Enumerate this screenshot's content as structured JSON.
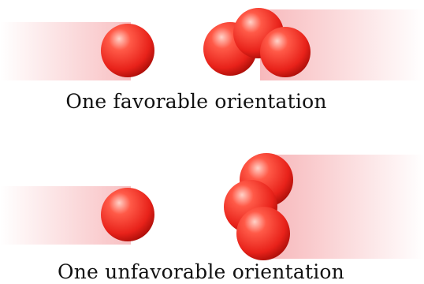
{
  "scenes": [
    {
      "caption": "One favorable orientation",
      "molecule_orientation": "horizontal"
    },
    {
      "caption": "One unfavorable orientation",
      "molecule_orientation": "vertical"
    }
  ],
  "colors": {
    "sphere_highlight": "#ffd2c8",
    "sphere_mid": "#ff5a48",
    "sphere_base": "#e8221a",
    "sphere_shadow": "#a80d08",
    "trail": "#f28a8f"
  },
  "icons": {
    "atom": "red-sphere",
    "molecule": "three-sphere-cluster"
  }
}
